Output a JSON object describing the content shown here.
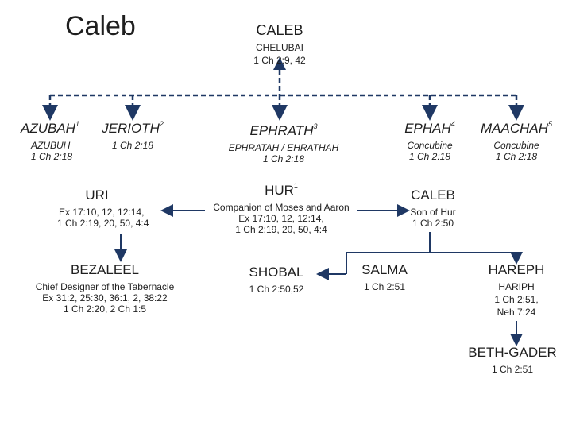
{
  "slide_title": "Caleb",
  "root": {
    "name": "CALEB",
    "alias": "CHELUBAI",
    "ref": "1 Ch 2:9, 42"
  },
  "wives": [
    {
      "name": "AZUBAH",
      "num": "1",
      "alias": "AZUBUH",
      "ref": "1 Ch 2:18"
    },
    {
      "name": "JERIOTH",
      "num": "2",
      "ref": "1 Ch 2:18"
    },
    {
      "name": "EPHRATH",
      "num": "3",
      "alias": "EPHRATAH / EHRATHAH",
      "ref": "1 Ch 2:18"
    },
    {
      "name": "EPHAH",
      "num": "4",
      "note": "Concubine",
      "ref": "1 Ch 2:18"
    },
    {
      "name": "MAACHAH",
      "num": "5",
      "note": "Concubine",
      "ref": "1 Ch 2:18"
    }
  ],
  "uri": {
    "name": "URI",
    "refs": [
      "Ex 17:10, 12, 12:14,",
      "1 Ch 2:19, 20, 50, 4:4"
    ]
  },
  "hur": {
    "name": "HUR",
    "num": "1",
    "desc": "Companion of Moses and Aaron",
    "refs": [
      "Ex 17:10, 12, 12:14,",
      "1 Ch 2:19, 20, 50, 4:4"
    ]
  },
  "caleb2": {
    "name": "CALEB",
    "desc": "Son of Hur",
    "ref": "1 Ch 2:50"
  },
  "bezaleel": {
    "name": "BEZALEEL",
    "desc": "Chief Designer of the Tabernacle",
    "refs": [
      "Ex 31:2, 25:30, 36:1, 2, 38:22",
      "1 Ch 2:20, 2 Ch 1:5"
    ]
  },
  "shobal": {
    "name": "SHOBAL",
    "ref": "1 Ch 2:50,52"
  },
  "salma": {
    "name": "SALMA",
    "ref": "1 Ch 2:51"
  },
  "hareph": {
    "name": "HAREPH",
    "alias": "HARIPH",
    "refs": [
      "1 Ch 2:51,",
      "Neh 7:24"
    ]
  },
  "bethgader": {
    "name": "BETH-GADER",
    "ref": "1 Ch 2:51"
  },
  "colors": {
    "text": "#1f1f1f",
    "line": "#1f3864"
  }
}
